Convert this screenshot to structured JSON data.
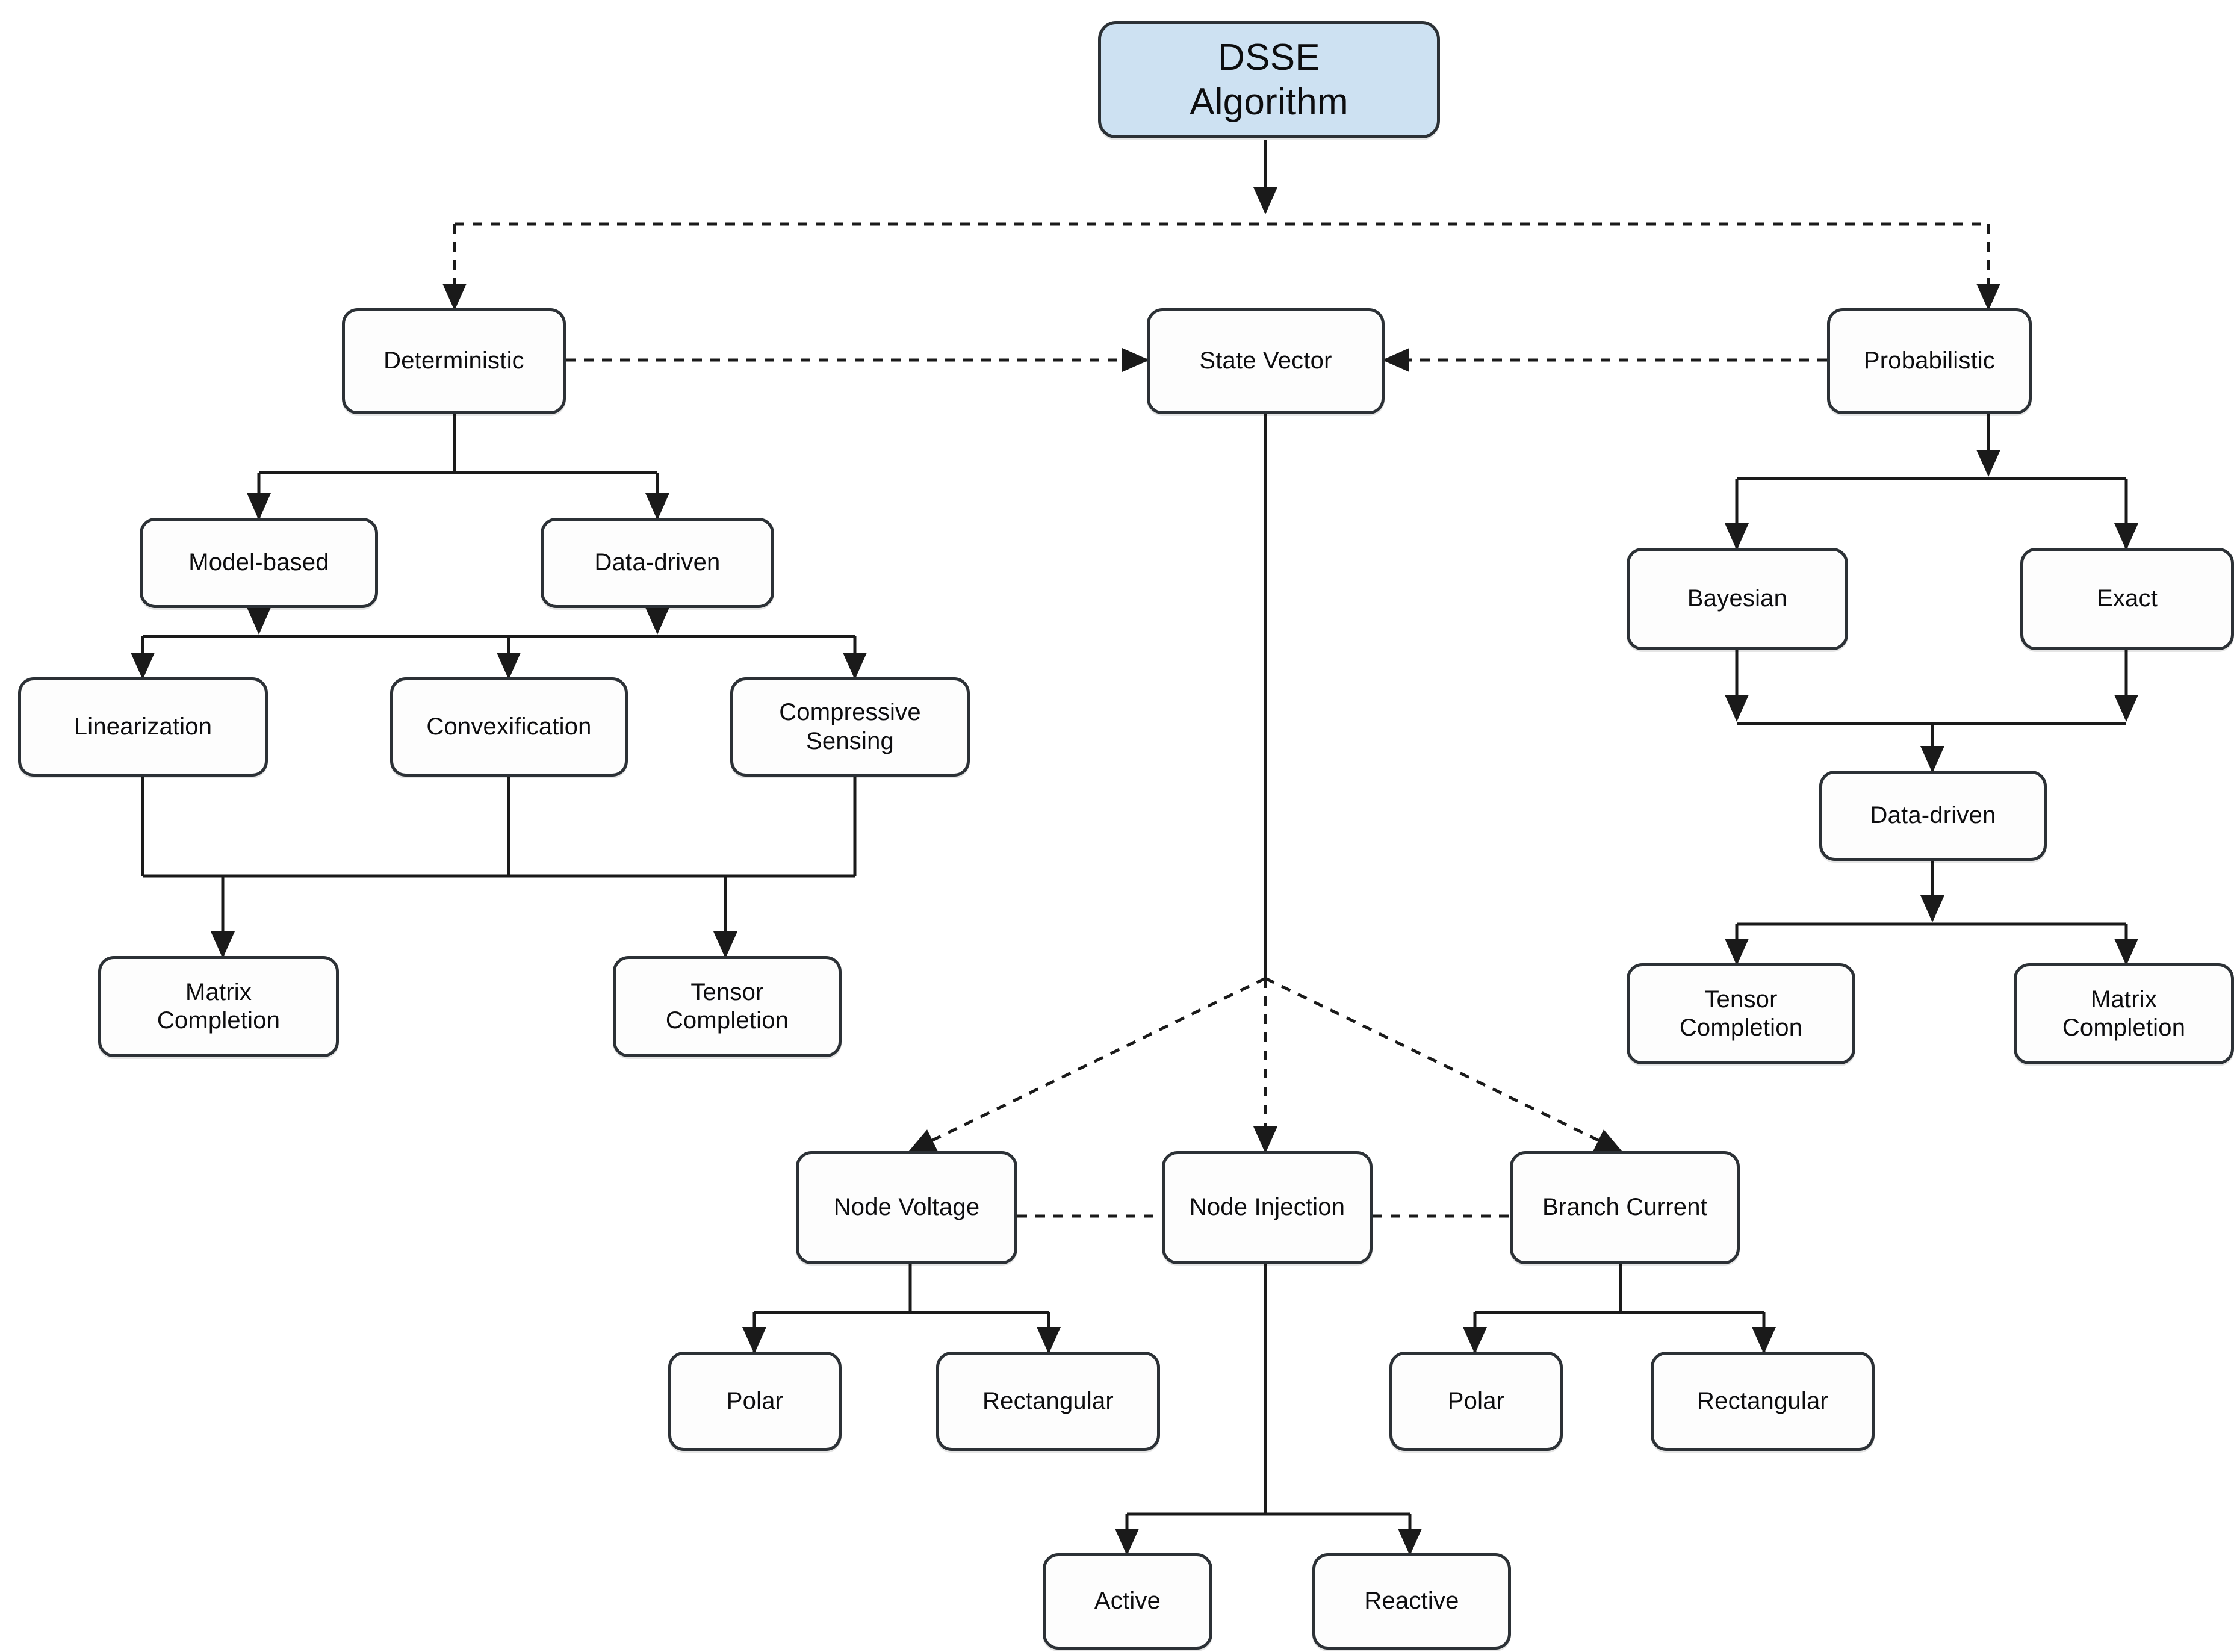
{
  "diagram": {
    "title": "DSSE Algorithm taxonomy flowchart",
    "colors": {
      "root_fill": "#cde1f2",
      "node_fill": "#fdfdfd",
      "node_border": "#2c3136",
      "edge": "#1a1a1a",
      "background": "#ffffff"
    },
    "nodes": {
      "root": "DSSE\nAlgorithm",
      "root_line1": "DSSE",
      "root_line2": "Algorithm",
      "deterministic": "Deterministic",
      "state_vector": "State Vector",
      "probabilistic": "Probabilistic",
      "model_based": "Model-based",
      "data_driven_left": "Data-driven",
      "linearization": "Linearization",
      "convexification": "Convexification",
      "compressive_sensing_line1": "Compressive",
      "compressive_sensing_line2": "Sensing",
      "matrix_completion_left_line1": "Matrix",
      "matrix_completion_left_line2": "Completion",
      "tensor_completion_left_line1": "Tensor",
      "tensor_completion_left_line2": "Completion",
      "bayesian": "Bayesian",
      "exact": "Exact",
      "data_driven_right": "Data-driven",
      "tensor_completion_right_line1": "Tensor",
      "tensor_completion_right_line2": "Completion",
      "matrix_completion_right_line1": "Matrix",
      "matrix_completion_right_line2": "Completion",
      "node_voltage": "Node Voltage",
      "node_injection": "Node Injection",
      "branch_current": "Branch Current",
      "polar_left": "Polar",
      "rectangular_left": "Rectangular",
      "polar_right": "Polar",
      "rectangular_right": "Rectangular",
      "active": "Active",
      "reactive": "Reactive"
    },
    "edges": [
      {
        "from": "root",
        "to": "bus-top",
        "style": "solid"
      },
      {
        "from": "bus-top",
        "to": "deterministic",
        "style": "dashed"
      },
      {
        "from": "bus-top",
        "to": "probabilistic",
        "style": "dashed"
      },
      {
        "from": "deterministic",
        "to": "state_vector",
        "style": "dashed"
      },
      {
        "from": "probabilistic",
        "to": "state_vector",
        "style": "dashed"
      },
      {
        "from": "deterministic",
        "to": "model_based",
        "style": "solid"
      },
      {
        "from": "deterministic",
        "to": "data_driven_left",
        "style": "solid"
      },
      {
        "from": "model_based",
        "to": "method-bus",
        "style": "solid"
      },
      {
        "from": "data_driven_left",
        "to": "method-bus",
        "style": "solid"
      },
      {
        "from": "method-bus",
        "to": "linearization",
        "style": "solid"
      },
      {
        "from": "method-bus",
        "to": "convexification",
        "style": "solid"
      },
      {
        "from": "method-bus",
        "to": "compressive_sensing",
        "style": "solid"
      },
      {
        "from": "linearization",
        "to": "completion-bus",
        "style": "solid"
      },
      {
        "from": "convexification",
        "to": "completion-bus",
        "style": "solid"
      },
      {
        "from": "compressive_sensing",
        "to": "completion-bus",
        "style": "solid"
      },
      {
        "from": "completion-bus",
        "to": "matrix_completion_left",
        "style": "solid"
      },
      {
        "from": "completion-bus",
        "to": "tensor_completion_left",
        "style": "solid"
      },
      {
        "from": "probabilistic",
        "to": "bayesian",
        "style": "solid"
      },
      {
        "from": "probabilistic",
        "to": "exact",
        "style": "solid"
      },
      {
        "from": "bayesian",
        "to": "data_driven_right",
        "style": "solid"
      },
      {
        "from": "exact",
        "to": "data_driven_right",
        "style": "solid"
      },
      {
        "from": "data_driven_right",
        "to": "tensor_completion_right",
        "style": "solid"
      },
      {
        "from": "data_driven_right",
        "to": "matrix_completion_right",
        "style": "solid"
      },
      {
        "from": "state_vector",
        "to": "node_voltage",
        "style": "dashed"
      },
      {
        "from": "state_vector",
        "to": "node_injection",
        "style": "dashed"
      },
      {
        "from": "state_vector",
        "to": "branch_current",
        "style": "dashed"
      },
      {
        "from": "node_voltage",
        "to": "node_injection",
        "style": "dashed"
      },
      {
        "from": "node_injection",
        "to": "branch_current",
        "style": "dashed"
      },
      {
        "from": "node_voltage",
        "to": "polar_left",
        "style": "solid"
      },
      {
        "from": "node_voltage",
        "to": "rectangular_left",
        "style": "solid"
      },
      {
        "from": "branch_current",
        "to": "polar_right",
        "style": "solid"
      },
      {
        "from": "branch_current",
        "to": "rectangular_right",
        "style": "solid"
      },
      {
        "from": "node_injection",
        "to": "active",
        "style": "solid"
      },
      {
        "from": "node_injection",
        "to": "reactive",
        "style": "solid"
      }
    ]
  }
}
